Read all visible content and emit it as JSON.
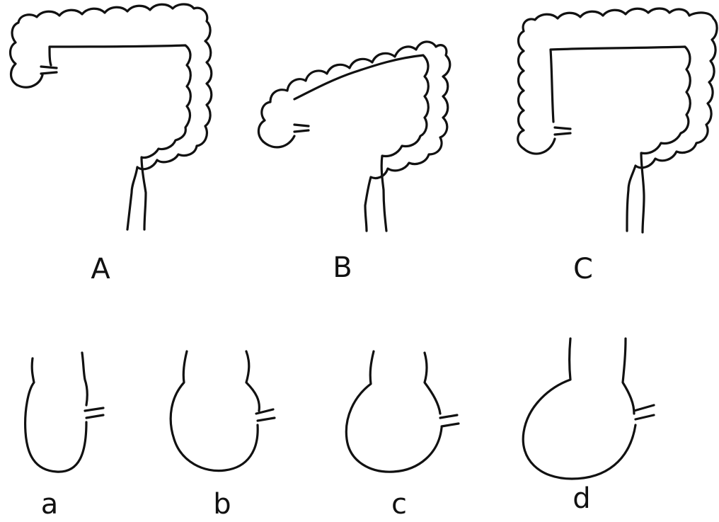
{
  "figure": {
    "upper_panels": [
      {
        "label": "A"
      },
      {
        "label": "B"
      },
      {
        "label": "C"
      }
    ],
    "lower_panels": [
      {
        "label": "a"
      },
      {
        "label": "b"
      },
      {
        "label": "c"
      },
      {
        "label": "d"
      }
    ]
  }
}
